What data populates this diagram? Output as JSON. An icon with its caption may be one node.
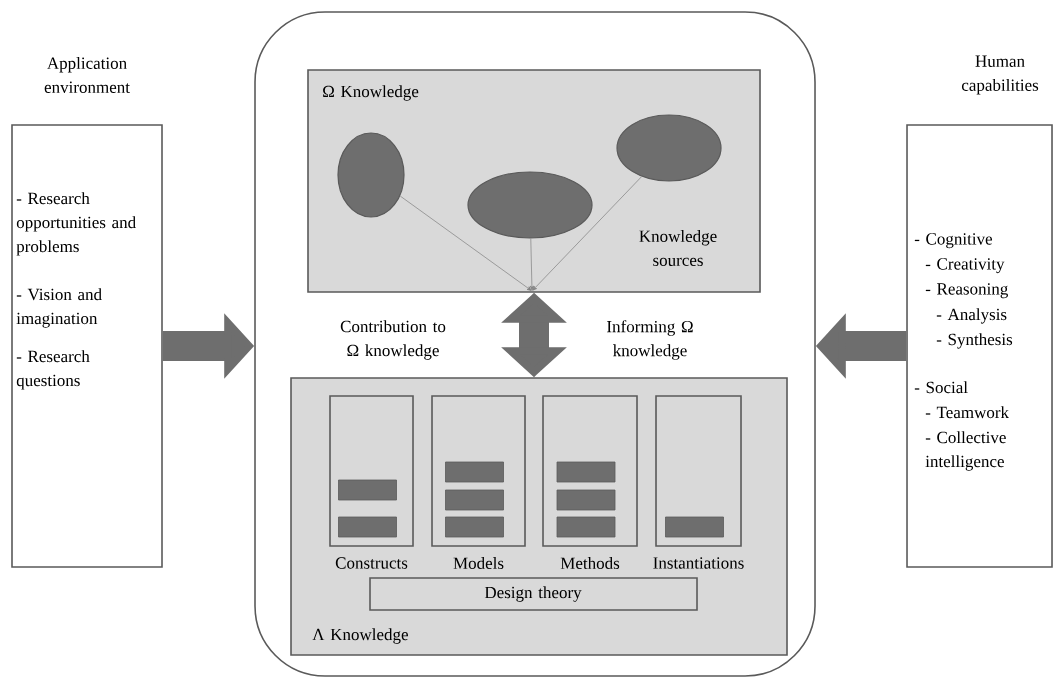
{
  "diagram": {
    "nodes": [
      {
        "text": [
          "Application environment",
          "- Research opportunities and problems",
          "- Vision and imagination",
          "- Research questions"
        ]
      },
      {
        "text": [],
        "shape": "box"
      },
      {
        "text": [
          "Ω Knowledge",
          "Knowledge sources"
        ],
        "in": 1
      },
      {
        "text": [],
        "shape": "ellipse",
        "in": 2
      },
      {
        "text": [],
        "shape": "ellipse",
        "in": 2
      },
      {
        "text": [],
        "shape": "ellipse",
        "in": 2
      },
      {
        "text": [
          "Λ Knowledge"
        ],
        "in": 1
      },
      {
        "text": [
          "Constructs"
        ],
        "in": 6
      },
      {
        "text": [
          "Models"
        ],
        "in": 6
      },
      {
        "text": [
          "Methods"
        ],
        "in": 6
      },
      {
        "text": [
          "Instantiations"
        ],
        "in": 6
      },
      {
        "text": [
          "Design theory"
        ],
        "in": 6
      },
      {
        "text": [
          "Human capabilities",
          "- Cognitive",
          "- Creativity",
          "- Reasoning",
          "- Analysis",
          "- Synthesis",
          "- Social",
          "- Teamwork",
          "- Collective intelligence"
        ]
      }
    ],
    "edges": [
      {
        "from": 0,
        "to": 1,
        "arrow": "to",
        "style": "thick"
      },
      {
        "from": 12,
        "to": 1,
        "arrow": "to",
        "style": "thick"
      },
      {
        "from": 2,
        "to": 6,
        "arrow": "both",
        "style": "thick"
      },
      {
        "from": 3,
        "to": null,
        "arrow": "to"
      },
      {
        "from": 4,
        "to": null,
        "arrow": "to"
      },
      {
        "from": 5,
        "to": null,
        "arrow": "to"
      }
    ],
    "labels": [
      "Contribution to Ω knowledge",
      "Informing Ω knowledge"
    ]
  }
}
